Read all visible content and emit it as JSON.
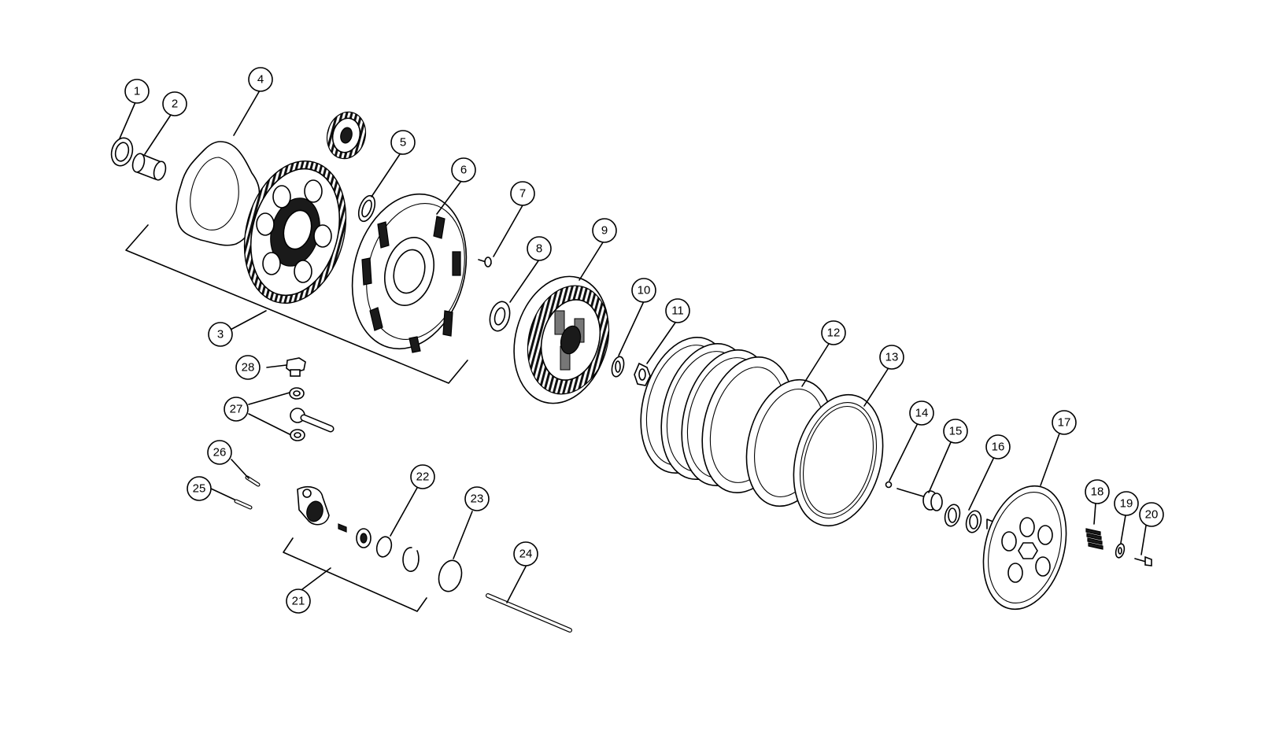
{
  "callouts": [
    {
      "n": "1"
    },
    {
      "n": "2"
    },
    {
      "n": "3"
    },
    {
      "n": "4"
    },
    {
      "n": "5"
    },
    {
      "n": "6"
    },
    {
      "n": "7"
    },
    {
      "n": "8"
    },
    {
      "n": "9"
    },
    {
      "n": "10"
    },
    {
      "n": "11"
    },
    {
      "n": "12"
    },
    {
      "n": "13"
    },
    {
      "n": "14"
    },
    {
      "n": "15"
    },
    {
      "n": "16"
    },
    {
      "n": "17"
    },
    {
      "n": "18"
    },
    {
      "n": "19"
    },
    {
      "n": "20"
    },
    {
      "n": "21"
    },
    {
      "n": "22"
    },
    {
      "n": "23"
    },
    {
      "n": "24"
    },
    {
      "n": "25"
    },
    {
      "n": "26"
    },
    {
      "n": "27"
    },
    {
      "n": "28"
    }
  ]
}
